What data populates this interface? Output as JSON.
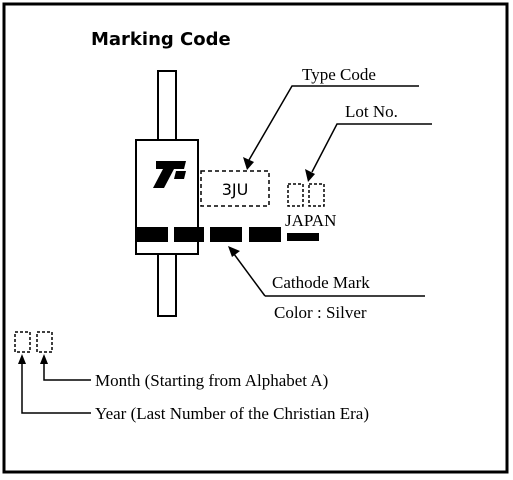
{
  "title": "Marking Code",
  "labels": {
    "type_code": "Type Code",
    "lot_no": "Lot No.",
    "type_code_value": "3JU",
    "country": "JAPAN",
    "cathode_mark": "Cathode Mark",
    "color": "Color : Silver",
    "month": "Month (Starting from Alphabet A)",
    "year": "Year (Last Number of the Christian Era)"
  },
  "icons": [
    "manufacturer-logo-icon"
  ],
  "colors": {
    "ink": "#000000",
    "background": "#ffffff"
  }
}
